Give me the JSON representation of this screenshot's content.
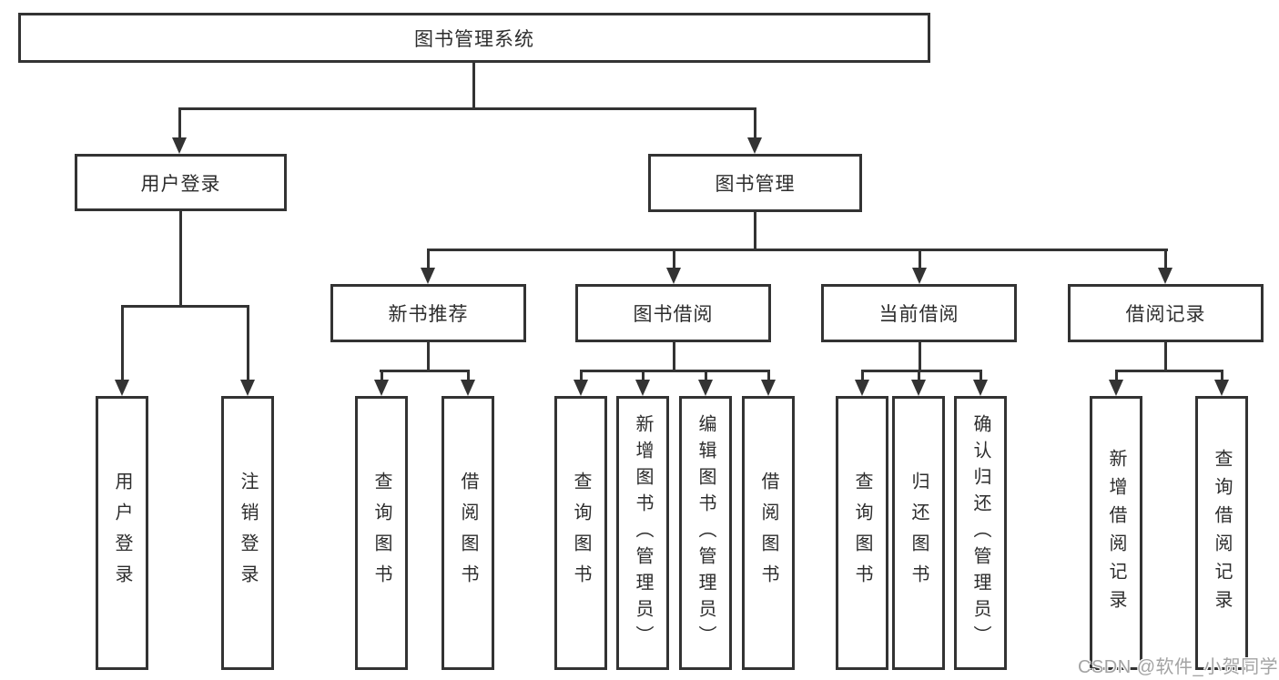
{
  "tree": {
    "label": "图书管理系统",
    "children": [
      {
        "label": "用户登录",
        "children": [
          {
            "label": "用户登录"
          },
          {
            "label": "注销登录"
          }
        ]
      },
      {
        "label": "图书管理",
        "children": [
          {
            "label": "新书推荐",
            "children": [
              {
                "label": "查询图书"
              },
              {
                "label": "借阅图书"
              }
            ]
          },
          {
            "label": "图书借阅",
            "children": [
              {
                "label": "查询图书"
              },
              {
                "label": "新增图书（管理员）"
              },
              {
                "label": "编辑图书（管理员）"
              },
              {
                "label": "借阅图书"
              }
            ]
          },
          {
            "label": "当前借阅",
            "children": [
              {
                "label": "查询图书"
              },
              {
                "label": "归还图书"
              },
              {
                "label": "确认归还（管理员）"
              }
            ]
          },
          {
            "label": "借阅记录",
            "children": [
              {
                "label": "新增借阅记录"
              },
              {
                "label": "查询借阅记录"
              }
            ]
          }
        ]
      }
    ]
  },
  "watermark": {
    "text": "CSDN @软件_小贺同学"
  },
  "colors": {
    "line": "#333333",
    "box_border": "#333333",
    "box_background": "#ffffff",
    "text": "#2d2d2d",
    "watermark": "#a3a3a3",
    "background": "#ffffff"
  }
}
